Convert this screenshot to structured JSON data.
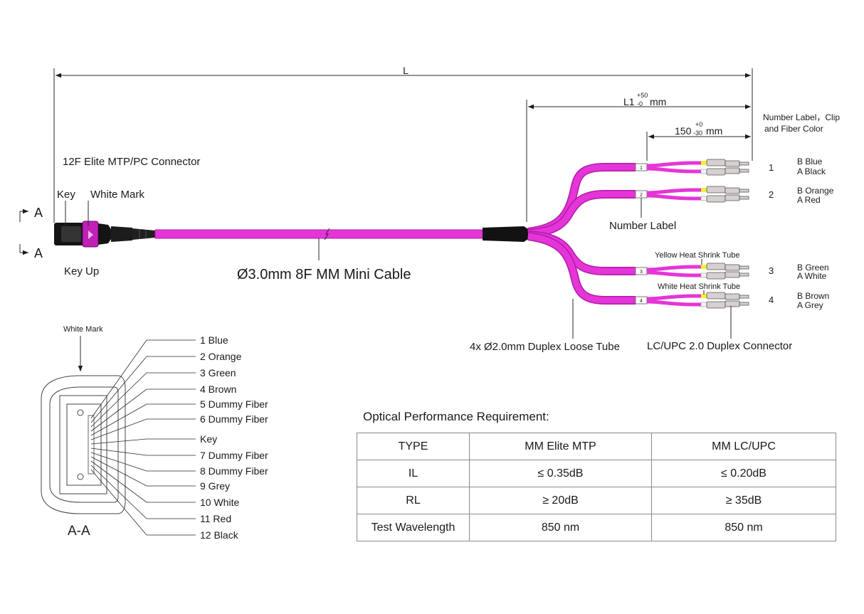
{
  "colors": {
    "cable": "#e535d8",
    "cable_dark": "#b01aa6",
    "boot": "#111111",
    "housing": "#c020b8",
    "heat_shrink_yellow": "#f2f22e",
    "line": "#2a2a2a"
  },
  "dimensions": {
    "overall": "L",
    "breakout_main": "L1",
    "breakout_tol_upper": "+50",
    "breakout_tol_lower": "-0",
    "breakout_unit": "mm",
    "leg": "150",
    "leg_tol_upper": "+0",
    "leg_tol_lower": "-30",
    "leg_unit": "mm"
  },
  "labels": {
    "connector": "12F Elite MTP/PC Connector",
    "key": "Key",
    "white_mark": "White Mark",
    "section_a_top": "A",
    "section_a_bottom": "A",
    "key_up": "Key Up",
    "cable": "Ø3.0mm 8F MM Mini Cable",
    "loose_tube": "4x Ø2.0mm Duplex Loose Tube",
    "lc_connector": "LC/UPC  2.0 Duplex Connector",
    "number_label": "Number Label",
    "yellow_tube": "Yellow Heat Shrink Tube",
    "white_tube": "White Heat Shrink Tube",
    "number_clip_line1": "Number Label，Clip",
    "number_clip_line2": "and Fiber Color"
  },
  "legs": [
    {
      "number": "1",
      "tag": "1",
      "b_label": "B Blue",
      "a_label": "A Black"
    },
    {
      "number": "2",
      "tag": "2",
      "b_label": "B  Orange",
      "a_label": "A  Red"
    },
    {
      "number": "3",
      "tag": "3",
      "b_label": "B  Green",
      "a_label": "A  White"
    },
    {
      "number": "4",
      "tag": "4",
      "b_label": "B  Brown",
      "a_label": "A  Grey"
    }
  ],
  "section": {
    "white_mark": "White Mark",
    "title": "A-A",
    "fibers": [
      "1 Blue",
      "2 Orange",
      "3 Green",
      "4 Brown",
      "5 Dummy Fiber",
      "6 Dummy Fiber",
      "Key",
      "7 Dummy Fiber",
      "8 Dummy Fiber",
      "9 Grey",
      "10 White",
      "11 Red",
      "12 Black"
    ]
  },
  "performance": {
    "title": "Optical Performance Requirement:",
    "headers": [
      "TYPE",
      "MM Elite MTP",
      "MM LC/UPC"
    ],
    "rows": [
      [
        "IL",
        "≤ 0.35dB",
        "≤ 0.20dB"
      ],
      [
        "RL",
        "≥ 20dB",
        "≥ 35dB"
      ],
      [
        "Test Wavelength",
        "850 nm",
        "850 nm"
      ]
    ]
  }
}
